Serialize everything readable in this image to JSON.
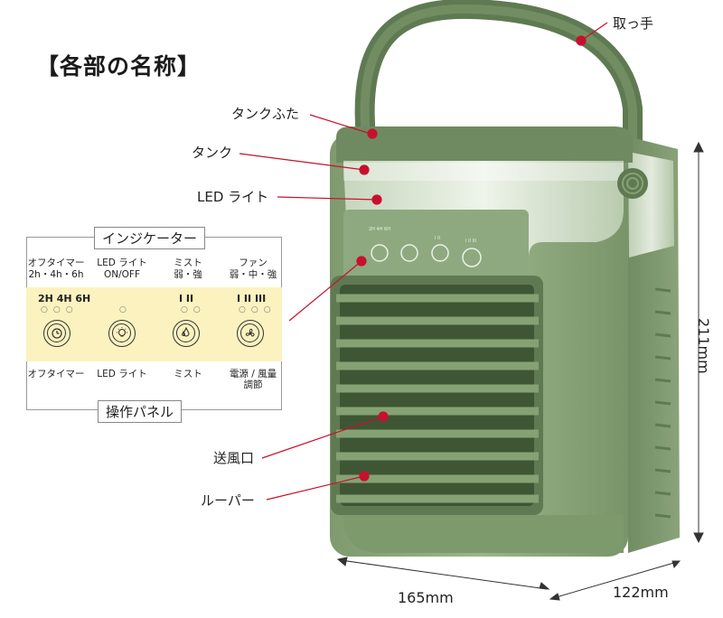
{
  "title": "【各部の名称】",
  "callouts": {
    "handle": "取っ手",
    "tank_lid": "タンクふた",
    "tank": "タンク",
    "led_light": "LED ライト",
    "outlet": "送風口",
    "louver": "ルーパー"
  },
  "dimensions": {
    "height": "211mm",
    "width": "165mm",
    "depth": "122mm"
  },
  "panel": {
    "indicator_header": "インジケーター",
    "control_header": "操作パネル",
    "indicators": [
      {
        "label": "オフタイマー",
        "sub": "2h・4h・6h"
      },
      {
        "label": "LED ライト",
        "sub": "ON/OFF"
      },
      {
        "label": "ミスト",
        "sub": "弱・強"
      },
      {
        "label": "ファン",
        "sub": "弱・中・強"
      }
    ],
    "indicator_marks": {
      "timer": "2H 4H 6H",
      "mist": "I  II",
      "fan": "I  II  III"
    },
    "controls": [
      {
        "label": "オフタイマー",
        "sub": ""
      },
      {
        "label": "LED ライト",
        "sub": ""
      },
      {
        "label": "ミスト",
        "sub": ""
      },
      {
        "label": "電源 / 風量",
        "sub": "調節"
      }
    ]
  },
  "device_panel_text": {
    "timer_marks": "2H 4H 6H",
    "mist_marks": "I  II",
    "fan_marks": "I  II  III"
  },
  "colors": {
    "body_green": "#8aa27a",
    "dark_green": "#5f7a52",
    "pointer_red": "#c8102e",
    "panel_yellow": "#fbf2bf"
  }
}
